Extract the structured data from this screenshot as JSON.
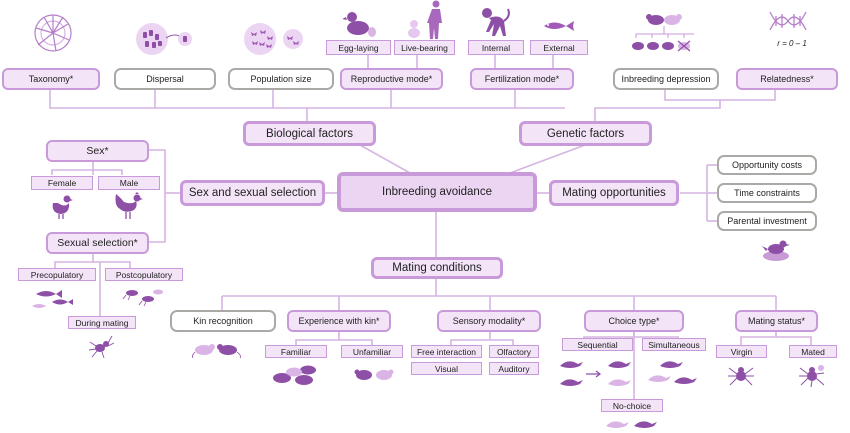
{
  "center": "Inbreeding avoidance",
  "hubs": {
    "biological": "Biological factors",
    "genetic": "Genetic factors",
    "sex_selection": "Sex and sexual selection",
    "mating_opportunities": "Mating opportunities",
    "mating_conditions": "Mating conditions"
  },
  "top": {
    "taxonomy": "Taxonomy*",
    "dispersal": "Dispersal",
    "population_size": "Population size",
    "reproductive_mode": "Reproductive mode*",
    "egg_laying": "Egg-laying",
    "live_bearing": "Live-bearing",
    "fertilization_mode": "Fertilization mode*",
    "internal": "Internal",
    "external": "External",
    "inbreeding_depression": "Inbreeding depression",
    "relatedness": "Relatedness*",
    "relatedness_formula": "r = 0 – 1"
  },
  "left": {
    "sex": "Sex*",
    "female": "Female",
    "male": "Male",
    "sexual_selection": "Sexual selection*",
    "precopulatory": "Precopulatory",
    "postcopulatory": "Postcopulatory",
    "during_mating": "During mating"
  },
  "right": {
    "opportunity_costs": "Opportunity costs",
    "time_constraints": "Time constraints",
    "parental_investment": "Parental investment"
  },
  "bottom": {
    "kin_recognition": "Kin recognition",
    "experience_with_kin": "Experience with kin*",
    "familiar": "Familiar",
    "unfamiliar": "Unfamiliar",
    "sensory_modality": "Sensory modality*",
    "free_interaction": "Free interaction",
    "olfactory": "Olfactory",
    "visual": "Visual",
    "auditory": "Auditory",
    "choice_type": "Choice type*",
    "sequential": "Sequential",
    "simultaneous": "Simultaneous",
    "no_choice": "No-choice",
    "mating_status": "Mating status*",
    "virgin": "Virgin",
    "mated": "Mated"
  },
  "colors": {
    "accent": "#c99ad9",
    "fill": "#f3e4f7",
    "icon": "#8e4fa6",
    "icon_light": "#c89bd6",
    "grey": "#a9aaa5"
  }
}
